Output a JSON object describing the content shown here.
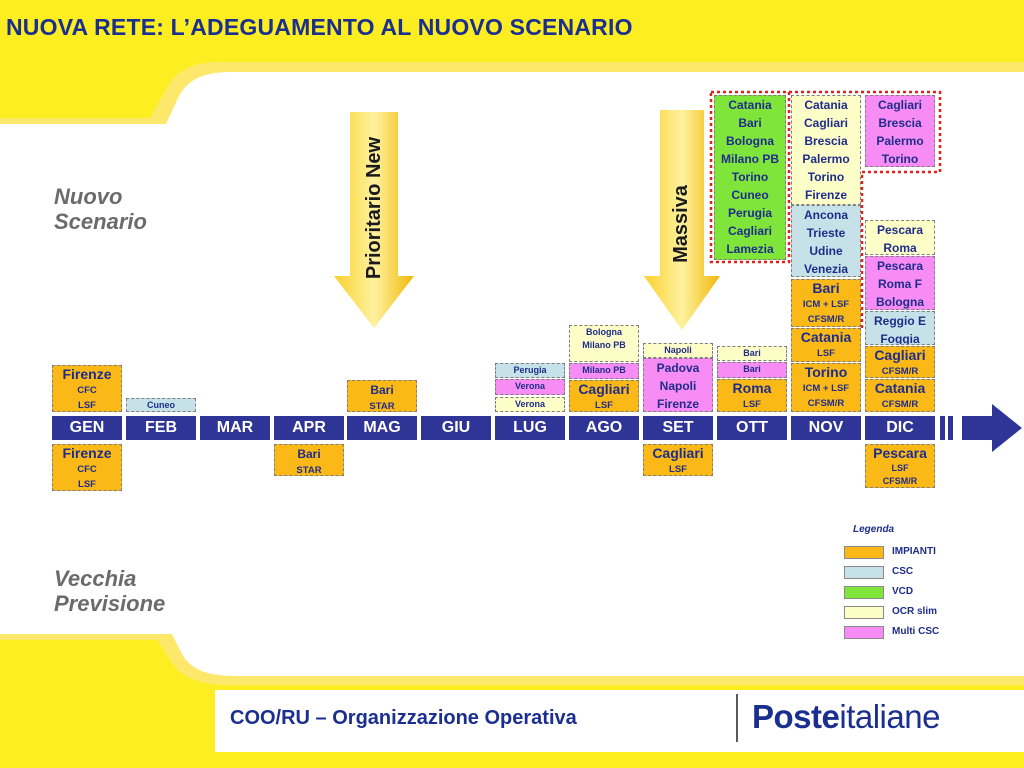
{
  "slide": {
    "title": "NUOVA RETE: L’ADEGUAMENTO AL NUOVO SCENARIO",
    "labels": {
      "nuovo": "Nuovo\nScenario",
      "vecchia": "Vecchia\nPrevisione"
    },
    "arrows": {
      "prioritario": "Prioritario New",
      "massiva": "Massiva"
    },
    "months": [
      "GEN",
      "FEB",
      "MAR",
      "APR",
      "MAG",
      "GIU",
      "LUG",
      "AGO",
      "SET",
      "OTT",
      "NOV",
      "DIC"
    ],
    "legend": {
      "title": "Legenda",
      "items": [
        {
          "label": "IMPIANTI",
          "color": "#fbb917"
        },
        {
          "label": "CSC",
          "color": "#c6e2e8"
        },
        {
          "label": "VCD",
          "color": "#7fe53a"
        },
        {
          "label": "OCR slim",
          "color": "#fdfdc8"
        },
        {
          "label": "Multi CSC",
          "color": "#f68cf4"
        }
      ]
    },
    "footer": {
      "unit": "COO/RU – Organizzazione Operativa",
      "brand_bold": "Poste",
      "brand_light": "italiane"
    }
  },
  "boxes": {
    "gen_new": [
      "Firenze",
      "CFC",
      "LSF"
    ],
    "feb_new": [
      "Cuneo"
    ],
    "mag_new": [
      "Bari",
      "STAR"
    ],
    "lug_perugia": [
      "Perugia"
    ],
    "lug_verona1": [
      "Verona"
    ],
    "lug_verona2": [
      "Verona"
    ],
    "ago_bologna": [
      "Bologna",
      "Milano PB"
    ],
    "ago_milano": [
      "Milano PB"
    ],
    "ago_cagliari": [
      "Cagliari",
      "LSF"
    ],
    "set_napoli": [
      "Napoli"
    ],
    "set_multi": [
      "Padova",
      "Napoli",
      "Firenze"
    ],
    "ott_bari1": [
      "Bari"
    ],
    "ott_bari2": [
      "Bari"
    ],
    "ott_roma": [
      "Roma",
      "LSF"
    ],
    "vcd_top": [
      "Catania",
      "Bari",
      "Bologna",
      "Milano PB",
      "Torino",
      "Cuneo",
      "Perugia",
      "Cagliari",
      "Lamezia"
    ],
    "nov_ocr": [
      "Catania",
      "Cagliari",
      "Brescia",
      "Palermo",
      "Torino",
      "Firenze"
    ],
    "nov_csc": [
      "Ancona",
      "Trieste",
      "Udine",
      "Venezia"
    ],
    "nov_bari": [
      "Bari",
      "ICM + LSF",
      "CFSM/R"
    ],
    "nov_catania": [
      "Catania",
      "LSF"
    ],
    "nov_torino": [
      "Torino",
      "ICM + LSF",
      "CFSM/R"
    ],
    "dic_top": [
      "Cagliari",
      "Brescia",
      "Palermo",
      "Torino"
    ],
    "dic_pescara_ocr": [
      "Pescara",
      "Roma"
    ],
    "dic_multi": [
      "Pescara",
      "Roma F",
      "Bologna"
    ],
    "dic_csc": [
      "Reggio E",
      "Foggia"
    ],
    "dic_cagliari": [
      "Cagliari",
      "CFSM/R"
    ],
    "dic_catania": [
      "Catania",
      "CFSM/R"
    ],
    "gen_old": [
      "Firenze",
      "CFC",
      "LSF"
    ],
    "apr_old": [
      "Bari",
      "STAR"
    ],
    "set_old": [
      "Cagliari",
      "LSF"
    ],
    "dic_old": [
      "Pescara",
      "LSF",
      "CFSM/R"
    ]
  }
}
